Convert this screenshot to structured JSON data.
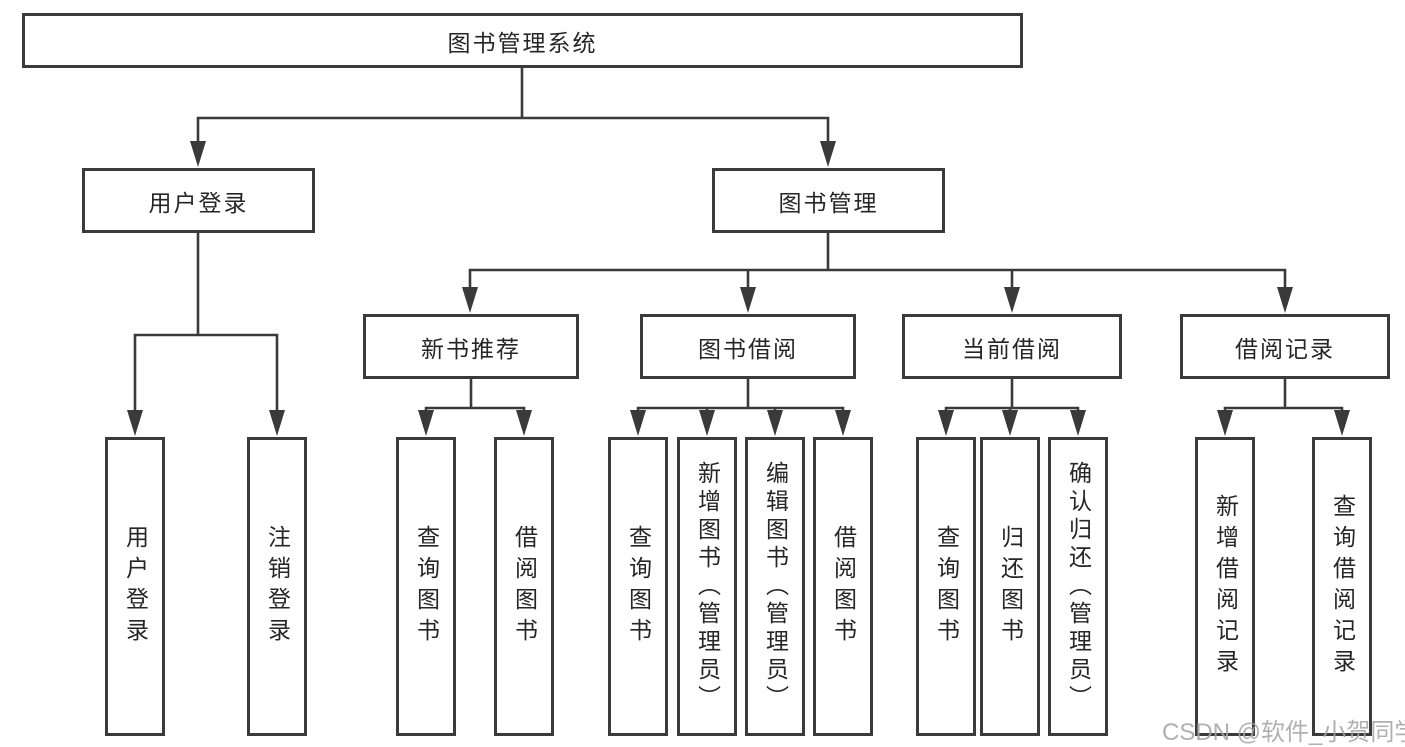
{
  "diagram": {
    "root": "图书管理系统",
    "level2": [
      "用户登录",
      "图书管理"
    ],
    "level3": [
      "新书推荐",
      "图书借阅",
      "当前借阅",
      "借阅记录"
    ],
    "leaves": [
      [
        "用户登录",
        "注销登录"
      ],
      [
        "查询图书",
        "借阅图书"
      ],
      [
        "查询图书",
        "新增图书（管理员）",
        "编辑图书（管理员）",
        "借阅图书"
      ],
      [
        "查询图书",
        "归还图书",
        "确认归还（管理员）"
      ],
      [
        "新增借阅记录",
        "查询借阅记录"
      ]
    ],
    "watermark": "CSDN @软件_小贺同学",
    "colors": {
      "line": "#3a3a3a",
      "box_border": "#3a3a3a",
      "text": "#262626",
      "watermark": "#a3a3a3",
      "background": "#ffffff"
    }
  }
}
